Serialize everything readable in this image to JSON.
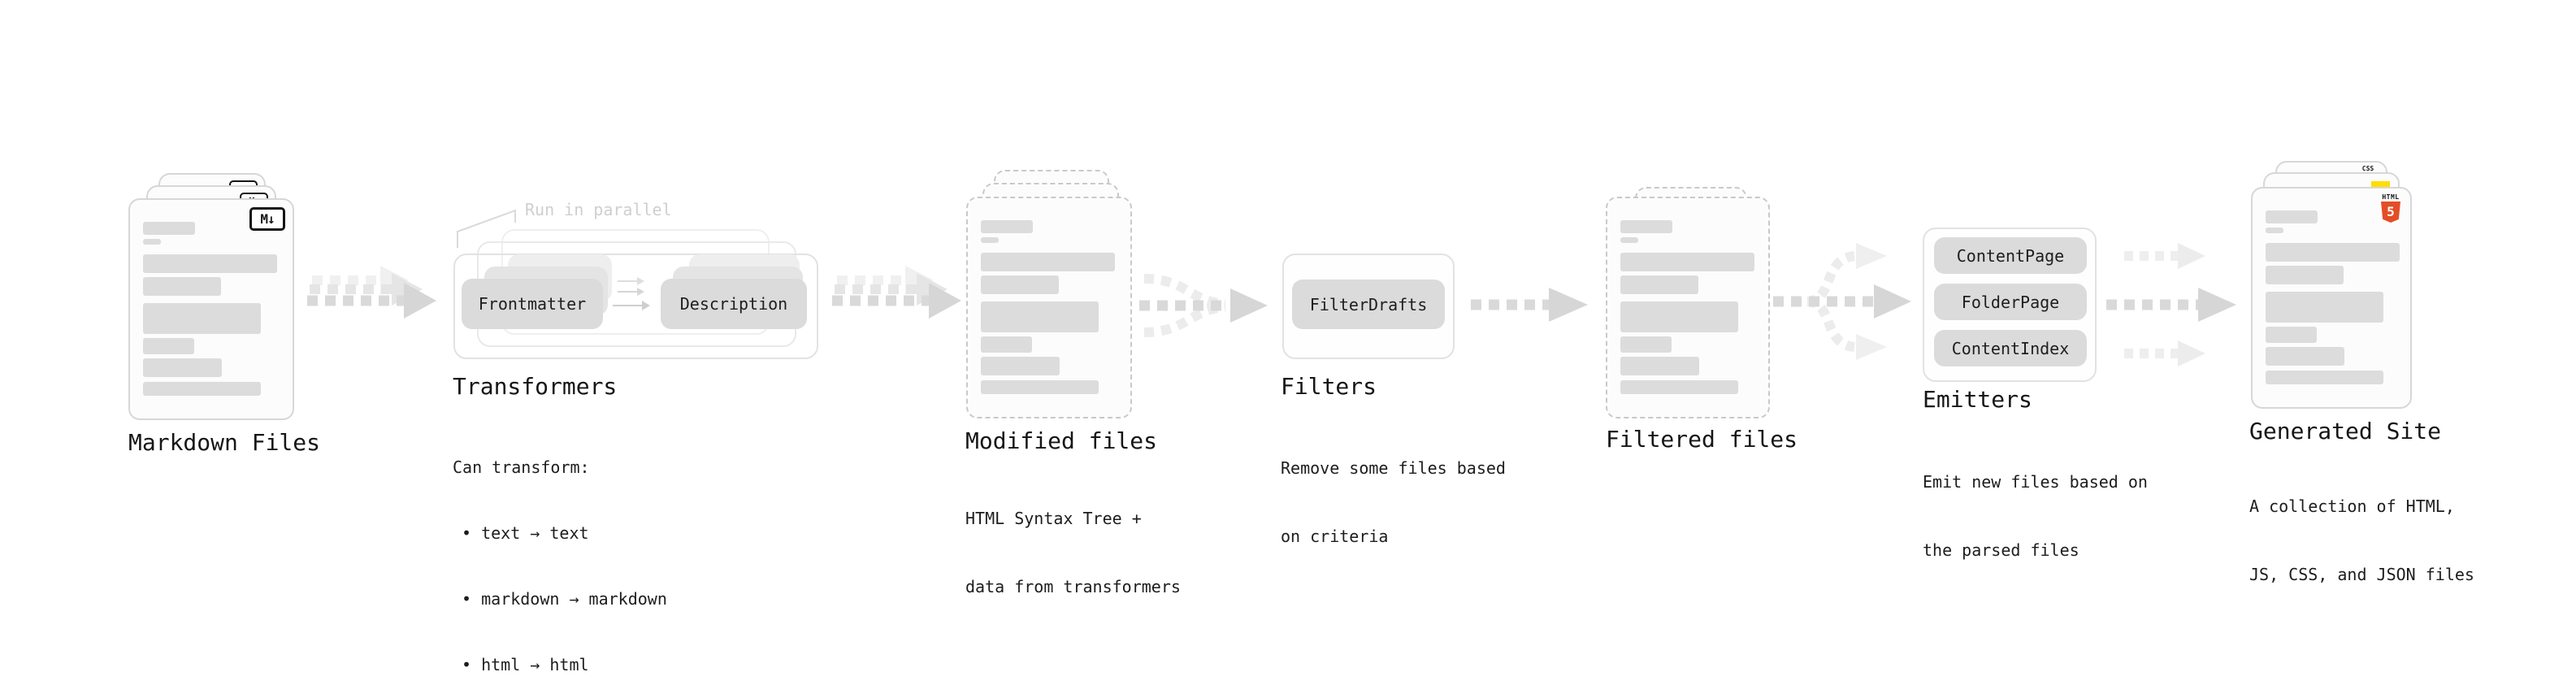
{
  "diagram": {
    "stages": {
      "markdown": {
        "label": "Markdown Files",
        "badge": "M↓"
      },
      "transformers": {
        "label": "Transformers",
        "annotation": "Run in parallel",
        "pill_left": "Frontmatter",
        "pill_right": "Description",
        "desc_title": "Can transform:",
        "bullets": [
          "• text → text",
          "• markdown → markdown",
          "• html → html"
        ]
      },
      "modified": {
        "label": "Modified files",
        "desc_line1": "HTML Syntax Tree +",
        "desc_line2": "data from transformers"
      },
      "filters": {
        "label": "Filters",
        "pill": "FilterDrafts",
        "desc_line1": "Remove some files based",
        "desc_line2": "on criteria"
      },
      "filtered": {
        "label": "Filtered files"
      },
      "emitters": {
        "label": "Emitters",
        "pills": [
          "ContentPage",
          "FolderPage",
          "ContentIndex"
        ],
        "desc_line1": "Emit new files based on",
        "desc_line2": "the parsed files"
      },
      "generated": {
        "label": "Generated Site",
        "badge_css": "CSS",
        "badge_html_word": "HTML",
        "badge_html_number": "5",
        "desc_line1": "A collection of HTML,",
        "desc_line2": "JS, CSS, and JSON files"
      }
    },
    "colors": {
      "html5_orange": "#e44d26",
      "js_yellow": "#ffde00",
      "css_blue": "#2b5fe3",
      "arrow_gray": "#d9d9d9",
      "bar_gray": "#dcdcdc"
    }
  }
}
